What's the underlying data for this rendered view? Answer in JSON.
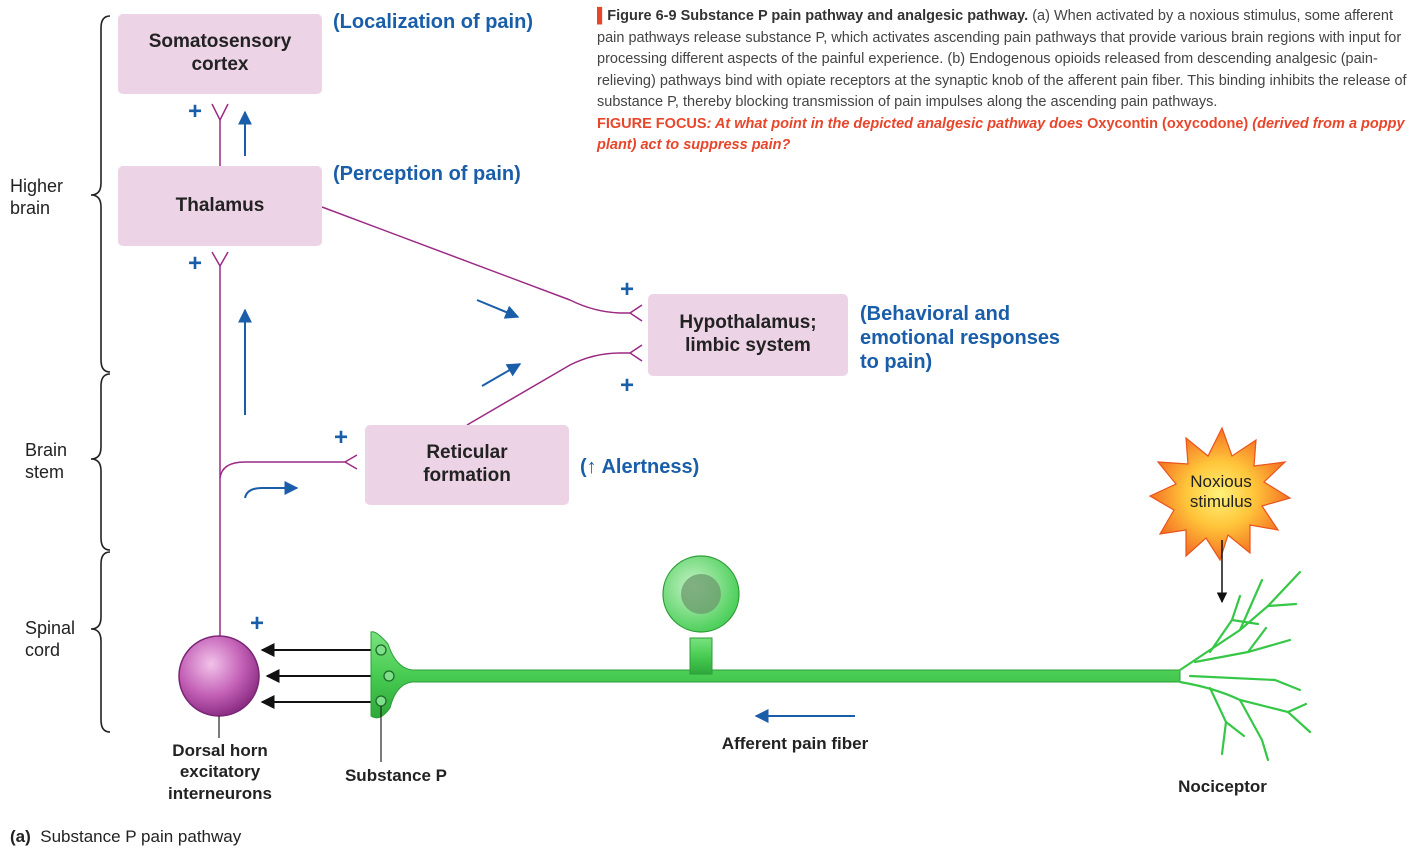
{
  "colors": {
    "box_fill": "#ecd3e6",
    "pathway_line": "#9c2a85",
    "arrow_blue": "#1a5ea9",
    "fiber_green": "#3fca4d",
    "caption_accent": "#e8462b",
    "interneuron": "#b34aa7"
  },
  "regions": {
    "higher": "Higher\nbrain",
    "brainstem": "Brain\nstem",
    "spinal": "Spinal\ncord"
  },
  "boxes": {
    "somatosensory": "Somatosensory\ncortex",
    "thalamus": "Thalamus",
    "hypothalamus": "Hypothalamus;\nlimbic system",
    "reticular": "Reticular\nformation"
  },
  "annotations": {
    "localization": "(Localization of pain)",
    "perception": "(Perception of pain)",
    "behavioral": "(Behavioral and\nemotional responses\nto pain)",
    "alertness": "(↑ Alertness)"
  },
  "plus_sign": "+",
  "labels": {
    "dorsal_horn": "Dorsal horn\nexcitatory\ninterneurons",
    "substance_p": "Substance P",
    "afferent": "Afferent pain fiber",
    "nociceptor": "Nociceptor",
    "noxious": "Noxious\nstimulus"
  },
  "caption": {
    "title": "Figure 6-9  Substance P pain pathway and analgesic pathway.",
    "body": " (a) When activated by a noxious stimulus, some afferent pain pathways release substance P, which activates ascending pain pathways that provide various brain regions with input for processing different aspects of the painful experience. (b) Endogenous opioids released from descending analgesic (pain-relieving) pathways bind with opiate receptors at the synaptic knob of the afferent pain fiber. This binding inhibits the release of substance P, thereby blocking transmission of pain impulses along the ascending pain pathways.",
    "focus_label": "FIGURE FOCUS",
    "focus_q1": ": At what point in the depicted analgesic pathway does ",
    "focus_drug": "Oxycontin (oxycodone)",
    "focus_q2": " (derived from a poppy plant) act to suppress pain?"
  },
  "panel": {
    "letter": "(a)",
    "title": "Substance P pain pathway"
  }
}
